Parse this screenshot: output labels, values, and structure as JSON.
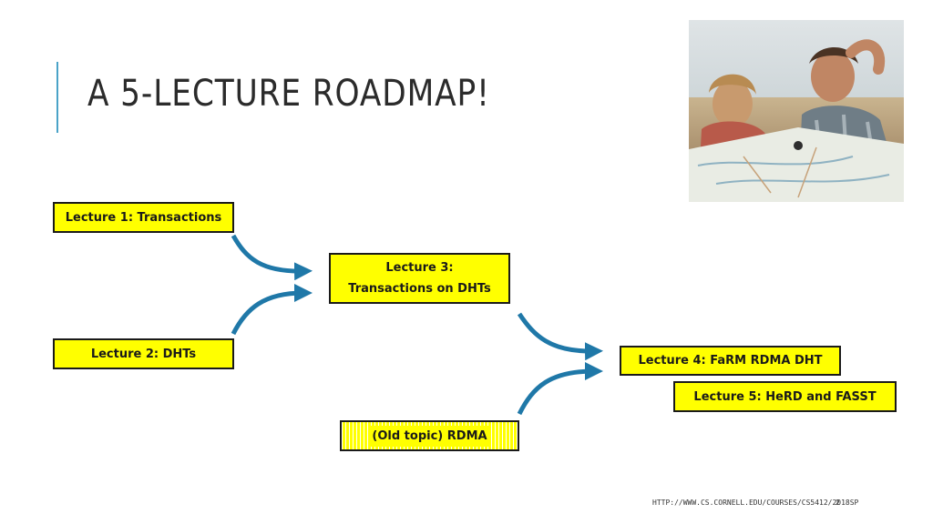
{
  "slide": {
    "title": "A 5-LECTURE ROADMAP!",
    "footer_url": "HTTP://WWW.CS.CORNELL.EDU/COURSES/CS5412/2018SP",
    "page_number": "2"
  },
  "boxes": {
    "lecture1": "Lecture 1: Transactions",
    "lecture2": "Lecture 2: DHTs",
    "lecture3_line1": "Lecture 3:",
    "lecture3_line2": "Transactions on DHTs",
    "lecture4": "Lecture 4: FaRM RDMA DHT",
    "lecture5": "Lecture 5: HeRD and FASST",
    "old_topic": "(Old topic)  RDMA"
  },
  "colors": {
    "box_fill": "#ffff00",
    "arrow": "#1f78a8",
    "accent": "#4aa3c8"
  }
}
